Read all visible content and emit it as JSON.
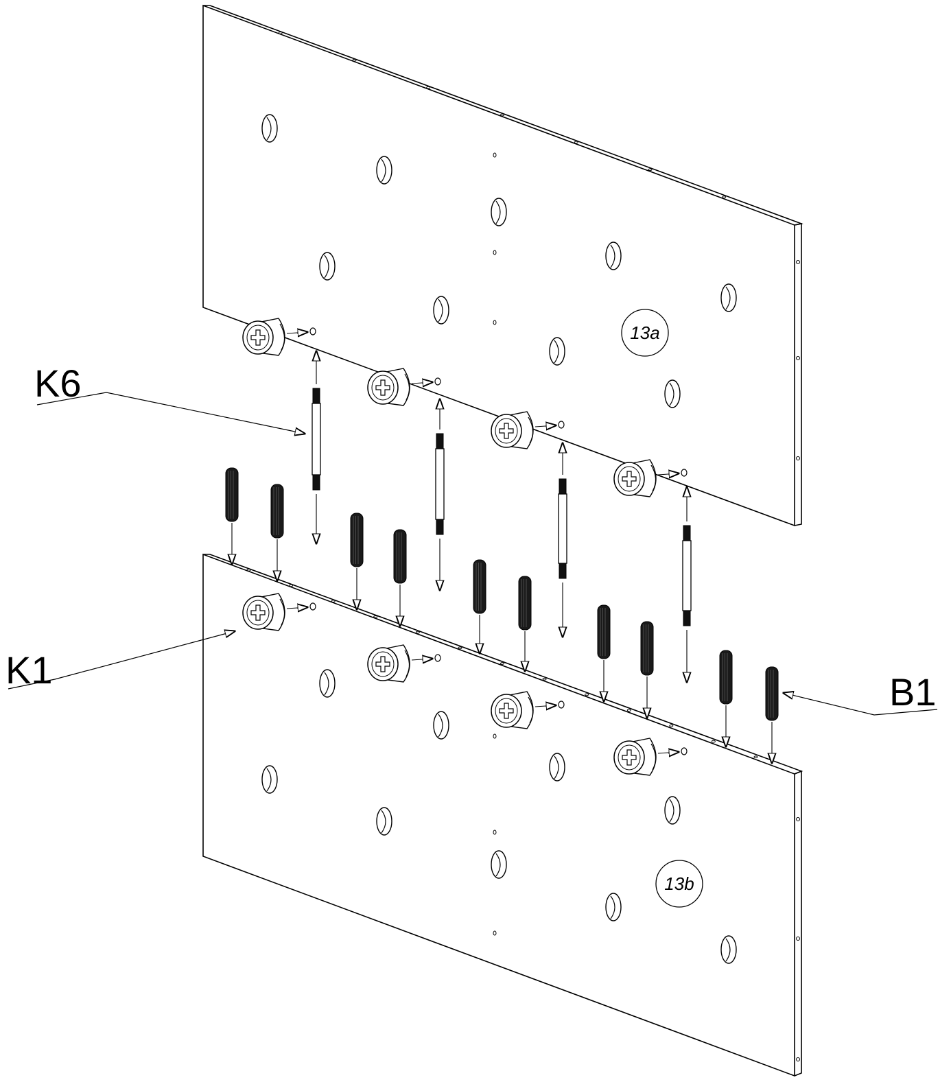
{
  "labels": {
    "k6": "K6",
    "k1": "K1",
    "b1": "B1"
  },
  "panels": {
    "upper": {
      "tag": "13a"
    },
    "lower": {
      "tag": "13b"
    }
  },
  "colors": {
    "line": "#000000",
    "background": "#ffffff",
    "dowel": "#1a1a1a"
  }
}
